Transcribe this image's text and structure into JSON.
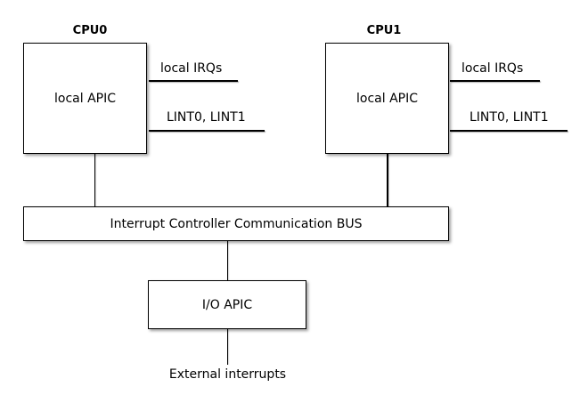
{
  "diagram": {
    "cpu0": {
      "title": "CPU0",
      "box_label": "local APIC",
      "irq_label": "local IRQs",
      "lint_label": "LINT0, LINT1"
    },
    "cpu1": {
      "title": "CPU1",
      "box_label": "local APIC",
      "irq_label": "local IRQs",
      "lint_label": "LINT0, LINT1"
    },
    "bus": {
      "label": "Interrupt Controller Communication BUS"
    },
    "io_apic": {
      "label": "I/O APIC"
    },
    "external": {
      "label": "External interrupts"
    },
    "colors": {
      "line": "#000000",
      "box_fill": "#ffffff",
      "background": "#ffffff",
      "shadow": "rgba(0,0,0,0.38)"
    }
  }
}
